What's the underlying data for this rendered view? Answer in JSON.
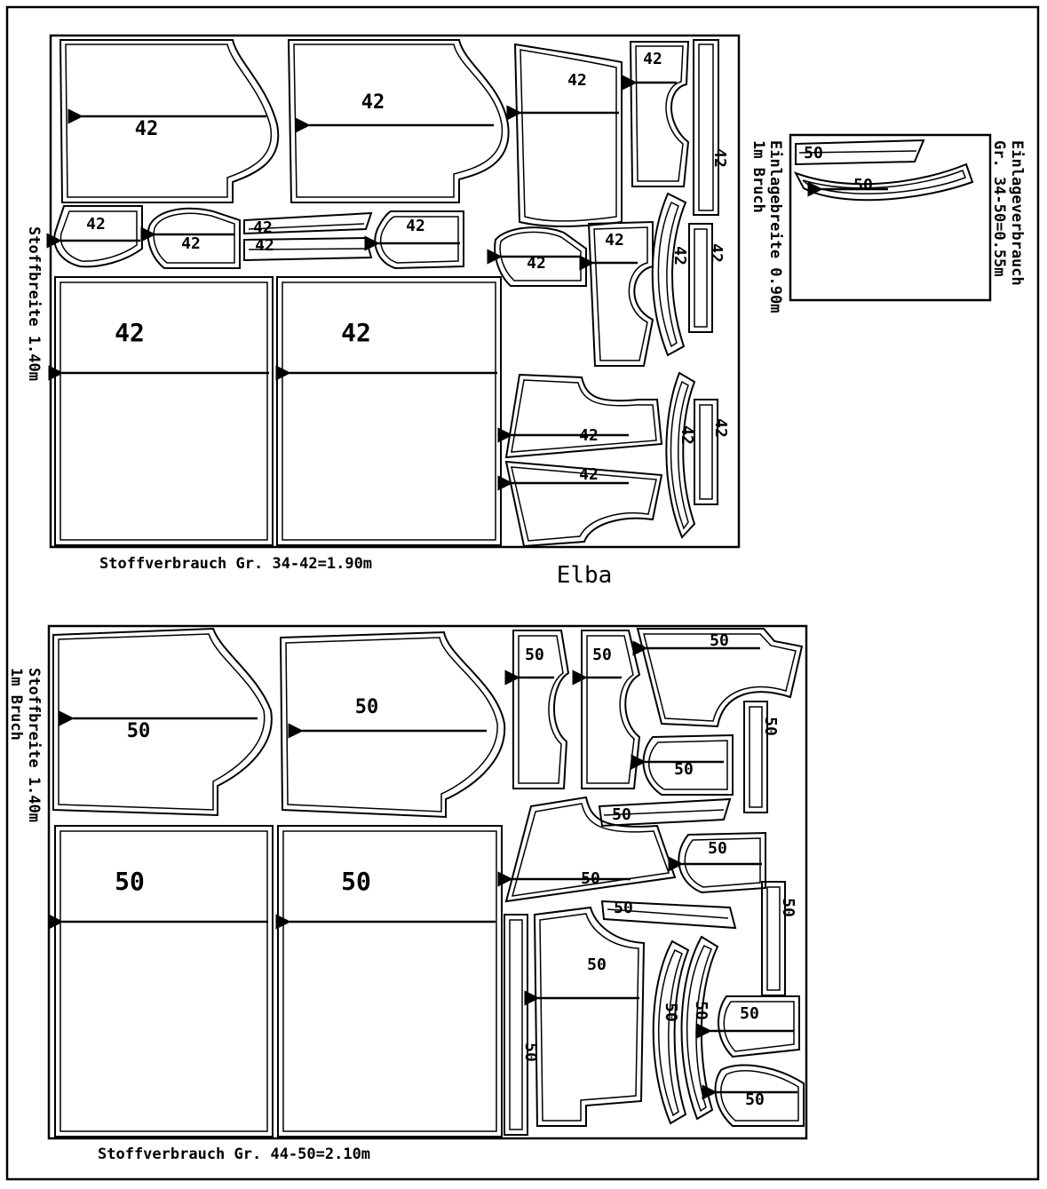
{
  "title": "Elba",
  "markers": {
    "top": {
      "consumption_label": "Stoffverbrauch Gr. 34-42=1.90m",
      "width_label": "Stoffbreite 1.40m",
      "size_label": "42"
    },
    "bottom": {
      "consumption_label": "Stoffverbrauch Gr. 44-50=2.10m",
      "width_label_line1": "Stoffbreite 1.40m",
      "width_label_line2": "1m Bruch",
      "size_label": "50"
    },
    "interfacing": {
      "line1": "Einlageverbrauch",
      "line2": "Gr. 34-50=0.55m",
      "line3": "Einlagebreite 0.90m",
      "line4": "1m Bruch",
      "size_label": "50"
    }
  },
  "colors": {
    "ink": "#000000",
    "paper": "#ffffff"
  }
}
